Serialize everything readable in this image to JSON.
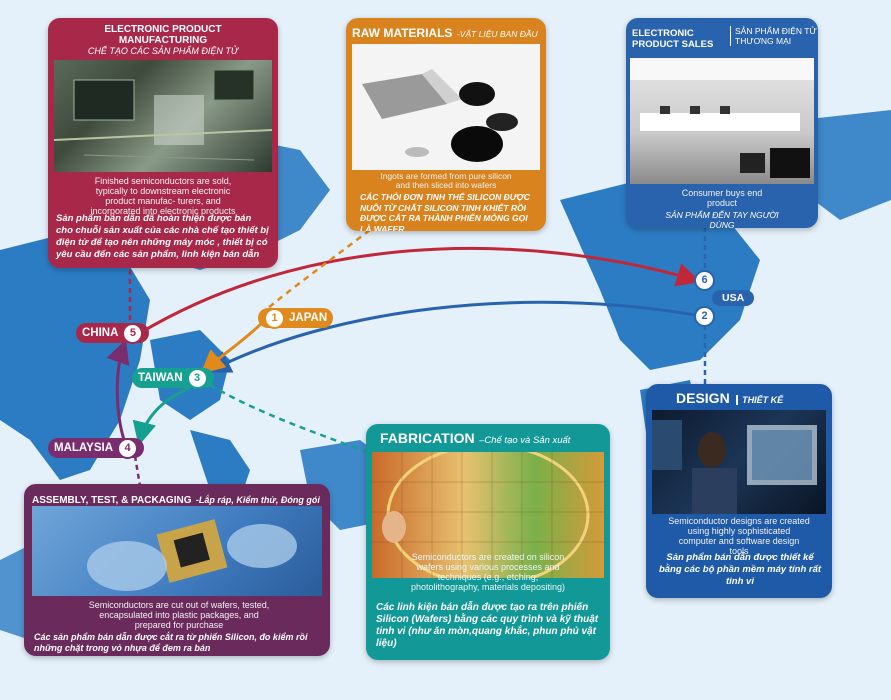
{
  "colors": {
    "manufacturing": "#a8284a",
    "raw": "#d9831f",
    "sales": "#2a63ad",
    "design": "#1e5aa8",
    "fabrication": "#129896",
    "assembly": "#6a2a5c",
    "arrow_red": "#c0283a",
    "arrow_blue": "#2a63ad",
    "arrow_orange": "#e08a1e",
    "arrow_teal": "#16a08f",
    "arrow_purple": "#7a2d6e"
  },
  "cards": {
    "manufacturing": {
      "title": "ELECTRONIC PRODUCT MANUFACTURING",
      "subtitle": "CHẾ TẠO CÁC SẢN PHẨM ĐIỆN TỬ",
      "en": "Finished semiconductors are sold, typically to downstream electronic product manufac- turers, and incorporated into electronic products",
      "vi": "Sản phẩm bán dẫn đã hoàn thiện được bán cho chuỗi sản xuất của các nhà chế tạo thiết bị điện tử để tạo nên những máy móc , thiết bị có yêu cầu đến các sản phẩm, linh kiện bán dẫn"
    },
    "raw": {
      "title": "RAW MATERIALS",
      "subtitle": "-VẬT LIỆU BAN ĐẦU",
      "en": "Ingots are formed from pure silicon and then sliced into wafers",
      "vi": "CÁC THỎI ĐƠN TINH THỂ SILICON ĐƯỢC NUÔI TỪ CHẤT SILICON TINH KHIẾT RỒI ĐƯỢC CẮT RA THÀNH PHIẾN MỎNG GỌI LÀ WAFER"
    },
    "sales": {
      "title": "ELECTRONIC PRODUCT SALES",
      "subtitle": "SẢN PHẨM ĐIỆN TỬ THƯƠNG MẠI",
      "en": "Consumer buys end product",
      "vi": "SẢN PHẨM ĐẾN TAY NGƯỜI DÙNG"
    },
    "design": {
      "title": "DESIGN",
      "subtitle": "THIẾT KẾ",
      "en": "Semiconductor designs are created using highly sophisticated computer and software design tools",
      "vi": "Sản phẩm bán dẫn được thiết kế bằng các bộ phần mềm máy tính rất tinh vi"
    },
    "fabrication": {
      "title": "FABRICATION",
      "subtitle": "–Chế tạo và Sản xuất",
      "en": "Semiconductors are created on silicon wafers using various processes and techniques (e.g., etching, photolithography, materials depositing)",
      "vi": "Các linh kiện bán dẫn được tạo ra trên phiến Silicon (Wafers) bằng các quy trình và kỹ thuật tinh vi (như ăn mòn,quang khắc, phun phủ vật liệu)"
    },
    "assembly": {
      "title": "ASSEMBLY, TEST, & PACKAGING",
      "subtitle": "-Lắp ráp, Kiểm thử, Đóng gói",
      "en": "Semiconductors are cut out of wafers, tested, encapsulated into plastic packages, and prepared for purchase",
      "vi": "Các sản phẩm bán dẫn được cắt ra từ phiến Silicon, đo kiểm rồi những chặt trong vỏ nhựa để đem ra bán"
    }
  },
  "locations": {
    "japan": {
      "num": "1",
      "label": "JAPAN"
    },
    "usa_design": {
      "num": "2"
    },
    "taiwan": {
      "num": "3",
      "label": "TAIWAN"
    },
    "malaysia": {
      "num": "4",
      "label": "MALAYSIA"
    },
    "china": {
      "num": "5",
      "label": "CHINA"
    },
    "usa_sales": {
      "num": "6"
    },
    "usa_label": "USA"
  }
}
